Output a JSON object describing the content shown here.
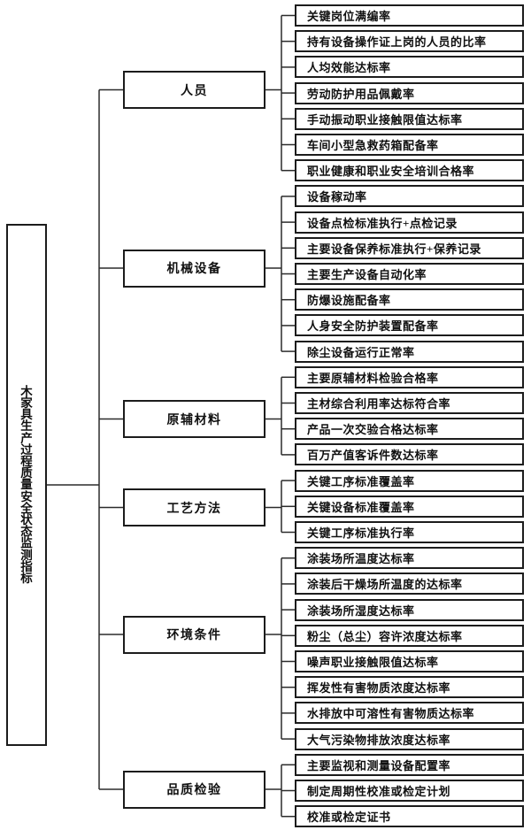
{
  "diagram": {
    "root": {
      "label": "木家具生产过程质量安全状态监测指标"
    },
    "groups": [
      {
        "label": "人员",
        "children": [
          "关键岗位满编率",
          "持有设备操作证上岗的人员的比率",
          "人均效能达标率",
          "劳动防护用品佩戴率",
          "手动振动职业接触限值达标率",
          "车间小型急救药箱配备率",
          "职业健康和职业安全培训合格率"
        ]
      },
      {
        "label": "机械设备",
        "children": [
          "设备稼动率",
          "设备点检标准执行+点检记录",
          "主要设备保养标准执行+保养记录",
          "主要生产设备自动化率",
          "防爆设施配备率",
          "人身安全防护装置配备率",
          "除尘设备运行正常率"
        ]
      },
      {
        "label": "原辅材料",
        "children": [
          "主要原辅材料检验合格率",
          "主材综合利用率达标符合率",
          "产品一次交验合格达标率",
          "百万产值客诉件数达标率"
        ]
      },
      {
        "label": "工艺方法",
        "children": [
          "关键工序标准覆盖率",
          "关键设备标准覆盖率",
          "关键工序标准执行率"
        ]
      },
      {
        "label": "环境条件",
        "children": [
          "涂装场所温度达标率",
          "涂装后干燥场所温度的达标率",
          "涂装场所湿度达标率",
          "粉尘（总尘）容许浓度达标率",
          "噪声职业接触限值达标率",
          "挥发性有害物质浓度达标率",
          "水排放中可溶性有害物质达标率",
          "大气污染物排放浓度达标率"
        ]
      },
      {
        "label": "品质检验",
        "children": [
          "主要监视和测量设备配置率",
          "制定周期性校准或检定计划",
          "校准或检定证书"
        ]
      }
    ]
  },
  "colors": {
    "background": "#ffffff",
    "box_border": "#1c1c1c",
    "connector_line": "#2b2b2b",
    "text": "#101010"
  }
}
